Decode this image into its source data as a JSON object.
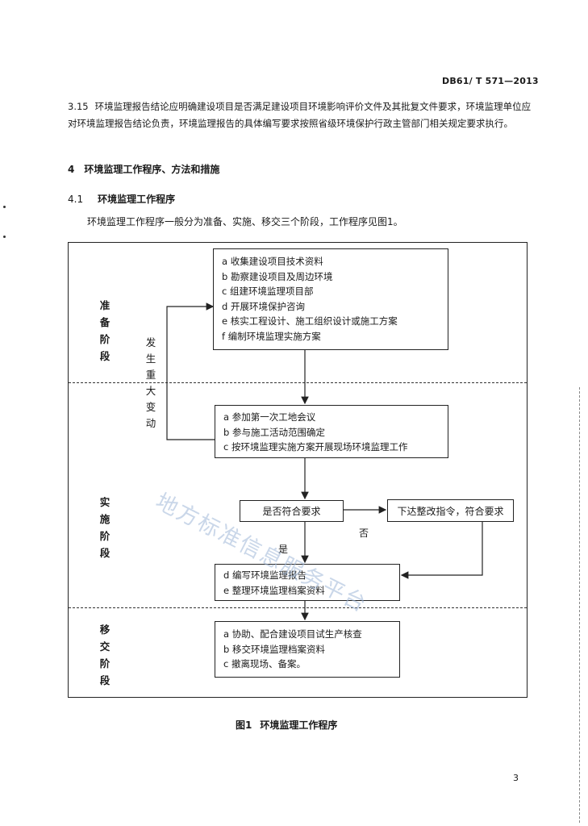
{
  "header": {
    "standard_no": "DB61/ T 571—2013"
  },
  "clause_3_15": {
    "number": "3.15",
    "text": "环境监理报告结论应明确建设项目是否满足建设项目环境影响评价文件及其批复文件要求，环境监理单位应对环境监理报告结论负责，环境监理报告的具体编写要求按照省级环境保护行政主管部门相关规定要求执行。"
  },
  "section_4": {
    "number": "4",
    "title": "环境监理工作程序、方法和措施"
  },
  "section_4_1": {
    "number": "4.1",
    "title": "环境监理工作程序"
  },
  "intro": "环境监理工作程序一般分为准备、实施、移交三个阶段，工作程序见图1。",
  "flowchart": {
    "stages": {
      "prepare": "准备阶段",
      "implement": "实施阶段",
      "handover": "移交阶段"
    },
    "loop_label": "发生重大变动",
    "prepare_box": [
      "a 收集建设项目技术资料",
      "b 勘察建设项目及周边环境",
      "c 组建环境监理项目部",
      "d 开展环境保护咨询",
      "e 核实工程设计、施工组织设计或施工方案",
      "f 编制环境监理实施方案"
    ],
    "implement_box": [
      "a 参加第一次工地会议",
      "b 参与施工活动范围确定",
      "c 按环境监理实施方案开展现场环境监理工作"
    ],
    "decision": "是否符合要求",
    "rectify": "下达整改指令，符合要求",
    "no_label": "否",
    "yes_label": "是",
    "report_box": [
      "d 编写环境监理报告",
      "e 整理环境监理档案资料"
    ],
    "handover_box": [
      "a 协助、配合建设项目试生产核查",
      "b 移交环境监理档案资料",
      "c 撤离现场、备案。"
    ]
  },
  "watermark": "地方标准信息服务平台",
  "figure_caption": {
    "number": "图1",
    "title": "环境监理工作程序"
  },
  "page_number": "3"
}
